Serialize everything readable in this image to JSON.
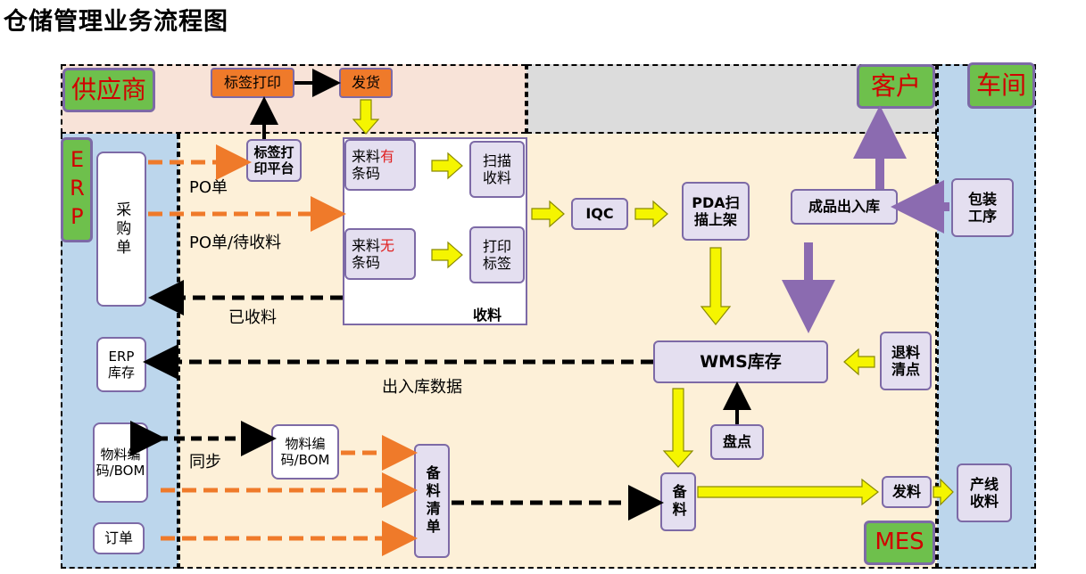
{
  "title": "仓储管理业务流程图",
  "zones": {
    "supplier": "供应商",
    "customer": "客户",
    "workshop": "车间",
    "erp": "ERP",
    "mes": "MES",
    "receiving": "收料"
  },
  "nodes": {
    "label_print": "标签打印",
    "ship": "发货",
    "label_platform": "标签打印平台",
    "incoming_barcode_prefix": "来料",
    "incoming_barcode_has": "有",
    "incoming_barcode_suffix": "条码",
    "incoming_nobarcode_has": "无",
    "scan_receive": "扫描收料",
    "print_label": "打印标签",
    "iqc": "IQC",
    "pda_shelve": "PDA扫描上架",
    "fg_inout": "成品出入库",
    "packaging": "包装工序",
    "return_clear": "退料清点",
    "wms_stock": "WMS库存",
    "inventory_count": "盘点",
    "purchase_order": "采购单",
    "erp_stock": "ERP库存",
    "material_code": "物料编码/BOM",
    "order": "订单",
    "material_code_bom": "物料编码/BOM",
    "picking_list": "备料清单",
    "prepare": "备料",
    "issue": "发料",
    "line_receive": "产线收料"
  },
  "edge_labels": {
    "po": "PO单",
    "po_pending": "PO单/待收料",
    "received": "已收料",
    "inout_data": "出入库数据",
    "sync": "同步"
  },
  "colors": {
    "orange": "#ef7a2a",
    "green": "#6ec04c",
    "yellow_arrow": "#f5f500",
    "purple": "#7d6aa6",
    "blue_zone": "#bcd6ec",
    "beige_zone": "#fdf0d8",
    "pink_zone": "#f8e3d8",
    "gray_zone": "#dcdcdc"
  }
}
